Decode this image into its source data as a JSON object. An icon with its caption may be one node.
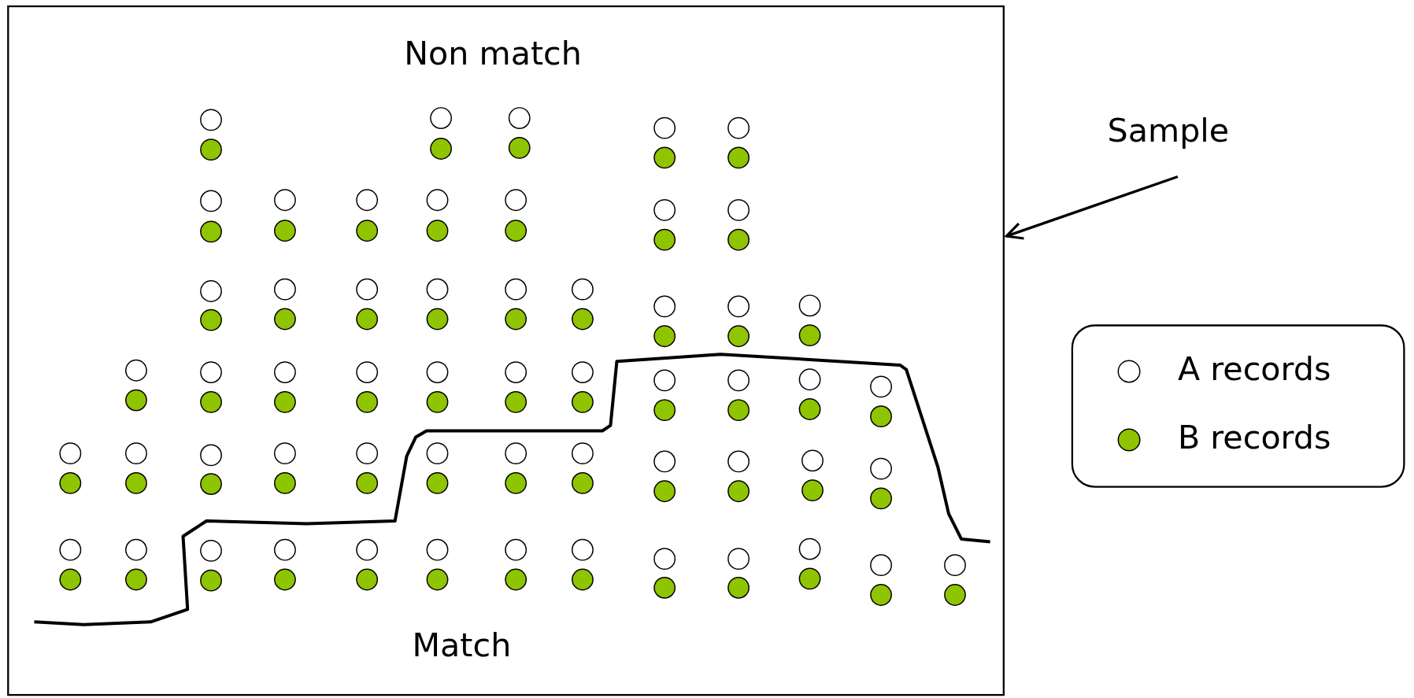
{
  "diagram": {
    "nodes": [
      {
        "text": [
          "Non match",
          "Match"
        ]
      },
      {
        "text": [
          "Sample"
        ]
      }
    ],
    "edges": [
      {
        "from": 1,
        "to": 0,
        "arrow": "to"
      }
    ],
    "legend": [
      {
        "text": "A records",
        "color": "#ffffff"
      },
      {
        "text": "B records",
        "color": "#8fc400"
      }
    ]
  }
}
